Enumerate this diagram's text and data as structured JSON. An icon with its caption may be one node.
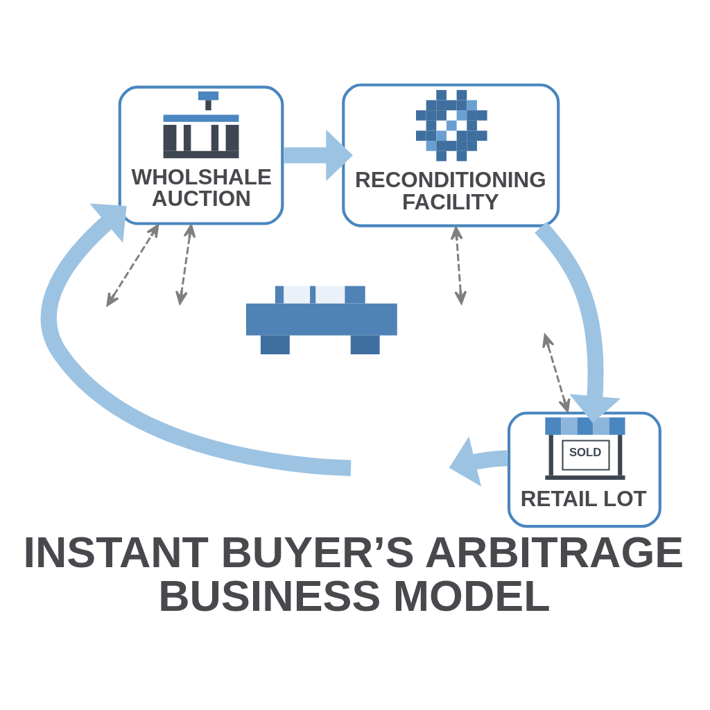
{
  "diagram": {
    "title": "INSTANT BUYER’S ARBITRAGE BUSINESS MODEL",
    "nodes": [
      {
        "text": [
          "WHOLSHALE AUCTION"
        ]
      },
      {
        "text": [
          "RECONDITIONING FACILITY"
        ]
      },
      {
        "text": [
          "SOLD",
          "RETAIL LOT"
        ]
      },
      {
        "text": [],
        "shape": "picture"
      }
    ],
    "edges": [
      {
        "from": 0,
        "to": 1,
        "arrow": "to",
        "style": "thick",
        "color": "#9dc3e3"
      },
      {
        "from": 1,
        "to": 2,
        "arrow": "to",
        "style": "thick",
        "color": "#9dc3e3"
      },
      {
        "from": null,
        "to": 0,
        "arrow": "to",
        "style": "thick",
        "color": "#9dc3e3"
      },
      {
        "from": 0,
        "to": null,
        "arrow": "both",
        "style": "dashed",
        "color": "#7f7f7f"
      },
      {
        "from": null,
        "to": 1,
        "arrow": "both",
        "style": "dashed",
        "color": "#7f7f7f"
      },
      {
        "from": null,
        "to": 2,
        "arrow": "both",
        "style": "dashed",
        "color": "#7f7f7f"
      },
      {
        "from": 2,
        "to": null,
        "arrow": "to",
        "style": "thick",
        "color": "#9dc3e3"
      },
      {
        "from": null,
        "to": 0,
        "arrow": "both",
        "style": "dashed",
        "color": "#7f7f7f"
      }
    ]
  }
}
